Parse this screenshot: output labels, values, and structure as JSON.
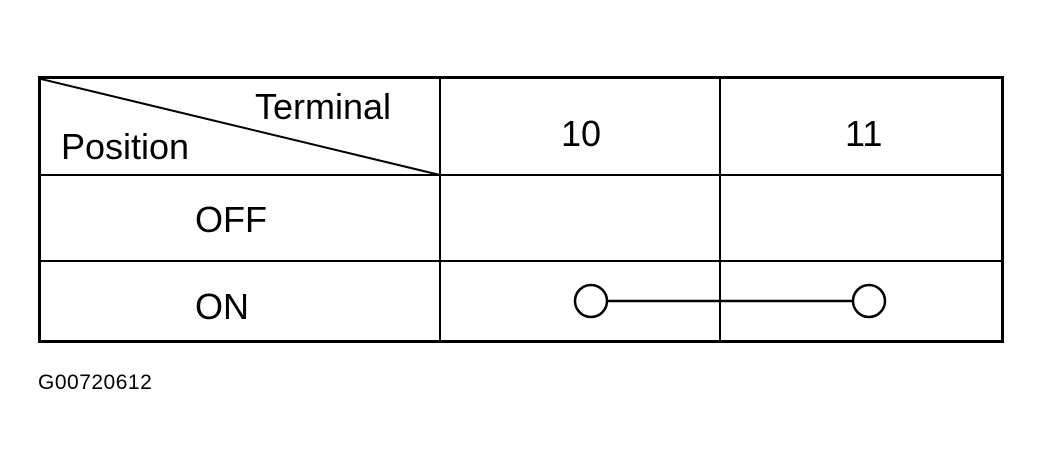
{
  "table": {
    "header": {
      "terminal_label": "Terminal",
      "position_label": "Position",
      "terminals": [
        "10",
        "11"
      ]
    },
    "rows": [
      {
        "position": "OFF",
        "connected_terminals": []
      },
      {
        "position": "ON",
        "connected_terminals": [
          "10",
          "11"
        ]
      }
    ]
  },
  "figure_code": "G00720612",
  "colors": {
    "line": "#000000",
    "background": "#ffffff"
  }
}
